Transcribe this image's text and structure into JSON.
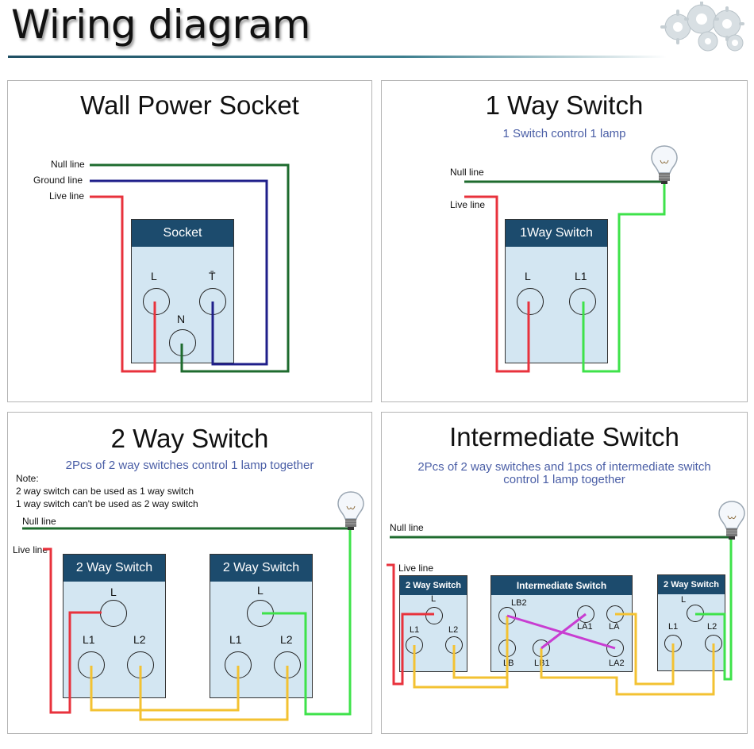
{
  "header": {
    "title": "Wiring diagram",
    "logo": "gears-icon"
  },
  "colors": {
    "live": "#e8323c",
    "null": "#1e6b2e",
    "ground": "#1f1f8a",
    "switched": "#3ee24a",
    "traveler": "#f3c232",
    "cross": "#c83dd1",
    "box_header": "#1c4b6d",
    "box_fill": "#d3e6f2"
  },
  "socket_panel": {
    "title": "Wall Power Socket",
    "lines": {
      "null": "Null line",
      "ground": "Ground line",
      "live": "Live line"
    },
    "box_title": "Socket",
    "terminals": {
      "l": "L",
      "t": "T̄",
      "n": "N"
    }
  },
  "one_way_panel": {
    "title": "1 Way Switch",
    "subtitle": "1 Switch control 1 lamp",
    "lines": {
      "null": "Null line",
      "live": "Live line"
    },
    "box_title": "1Way Switch",
    "terminals": {
      "l": "L",
      "l1": "L1"
    }
  },
  "two_way_panel": {
    "title": "2 Way Switch",
    "subtitle": "2Pcs of 2 way switches control 1 lamp together",
    "note": [
      "Note:",
      "2 way switch can be used as 1 way switch",
      "1 way switch can't be used as 2 way switch"
    ],
    "lines": {
      "null": "Null line",
      "live": "Live line"
    },
    "box_title": "2 Way Switch",
    "terminals": {
      "l": "L",
      "l1": "L1",
      "l2": "L2"
    }
  },
  "intermediate_panel": {
    "title": "Intermediate Switch",
    "subtitle_1": "2Pcs of 2 way switches and 1pcs of intermediate switch",
    "subtitle_2": "control 1 lamp together",
    "lines": {
      "null": "Null line",
      "live": "Live line"
    },
    "left_box_title": "2 Way Switch",
    "mid_box_title": "Intermediate Switch",
    "right_box_title": "2 Way Switch",
    "terminals": {
      "l": "L",
      "l1": "L1",
      "l2": "L2",
      "lb2": "LB2",
      "la1": "LA1",
      "la": "LA",
      "lb": "LB",
      "lb1": "LB1",
      "la2": "LA2"
    }
  }
}
